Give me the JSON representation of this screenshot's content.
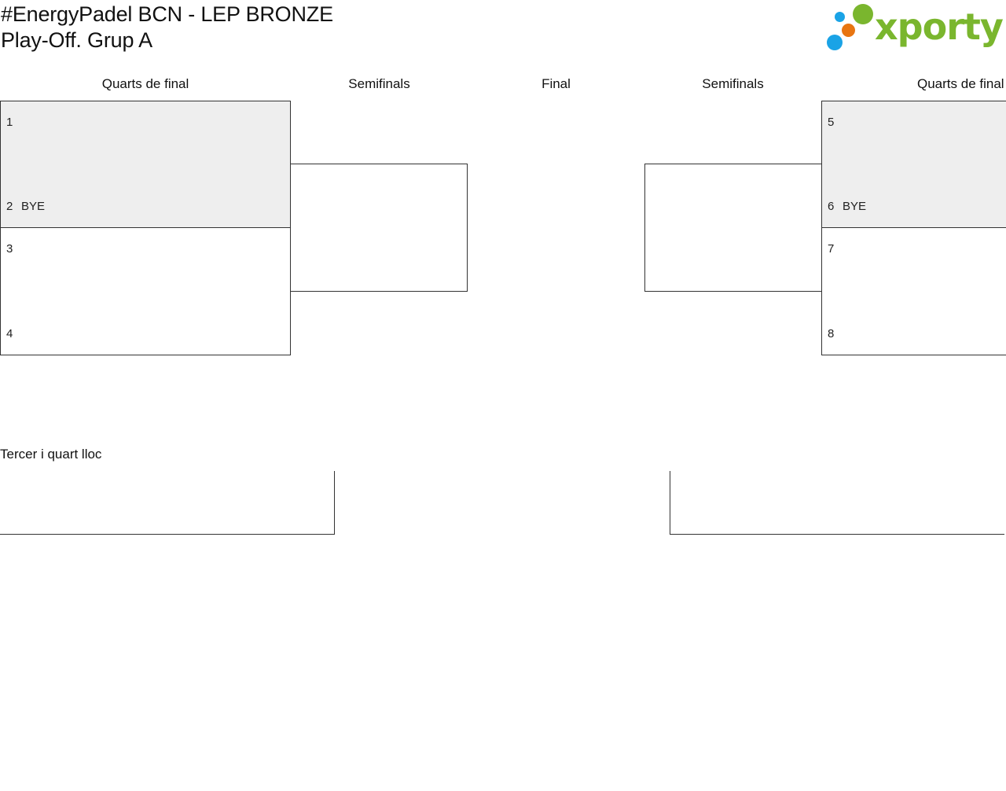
{
  "title": {
    "line1": "#EnergyPadel BCN - LEP BRONZE",
    "line2": "Play-Off. Grup A"
  },
  "logo": {
    "text": "xporty",
    "colors": {
      "blue": "#1aa3e6",
      "orange": "#e87511",
      "green": "#7ab62e"
    }
  },
  "rounds": {
    "left_quarters": "Quarts de final",
    "left_semis": "Semifinals",
    "final": "Final",
    "right_semis": "Semifinals",
    "right_quarters": "Quarts de final"
  },
  "matches": {
    "q1": {
      "seed_top": "1",
      "team_top": "",
      "seed_bottom": "2",
      "team_bottom": "BYE"
    },
    "q2": {
      "seed_top": "3",
      "team_top": "",
      "seed_bottom": "4",
      "team_bottom": ""
    },
    "q3": {
      "seed_top": "5",
      "team_top": "",
      "seed_bottom": "6",
      "team_bottom": "BYE"
    },
    "q4": {
      "seed_top": "7",
      "team_top": "",
      "seed_bottom": "8",
      "team_bottom": ""
    }
  },
  "third_place": {
    "label": "Tercer i quart lloc"
  },
  "colors": {
    "bye_match_background": "#eeeeee",
    "line": "#333333"
  }
}
